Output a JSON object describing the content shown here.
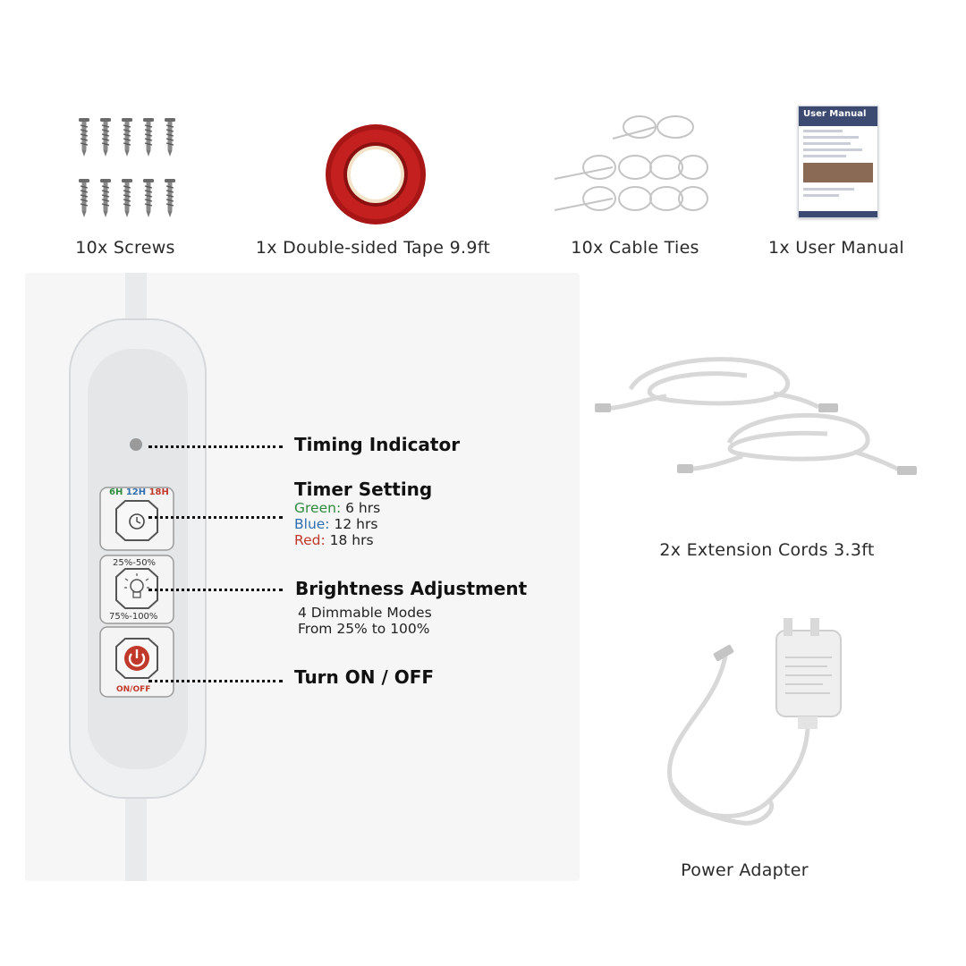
{
  "accessories": {
    "screws": "10x Screws",
    "tape": "1x Double-sided Tape 9.9ft",
    "cable_ties": "10x Cable Ties",
    "manual": "1x User Manual"
  },
  "manual_thumbnail": {
    "title": "User Manual"
  },
  "controller": {
    "timer_button_labels": [
      "6H",
      "12H",
      "18H"
    ],
    "timer_label_colors": [
      "#2e8b3e",
      "#2f6fb0",
      "#c0392b"
    ],
    "brightness_top_label": "25%-50%",
    "brightness_bottom_label": "75%-100%",
    "power_label": "ON/OFF"
  },
  "callouts": {
    "timing_indicator": "Timing Indicator",
    "timer_setting": {
      "title": "Timer Setting",
      "green_label": "Green:",
      "green_value": "6 hrs",
      "blue_label": "Blue:",
      "blue_value": "12 hrs",
      "red_label": "Red:",
      "red_value": "18 hrs"
    },
    "brightness": {
      "title": "Brightness Adjustment",
      "line1": "4 Dimmable Modes",
      "line2": "From 25% to 100%"
    },
    "power": "Turn ON / OFF"
  },
  "extension_cords": "2x Extension Cords 3.3ft",
  "power_adapter": "Power Adapter",
  "colors": {
    "green": "#2e8b3e",
    "blue": "#2f6fb0",
    "red": "#c0392b",
    "tape_red": "#b01818"
  }
}
